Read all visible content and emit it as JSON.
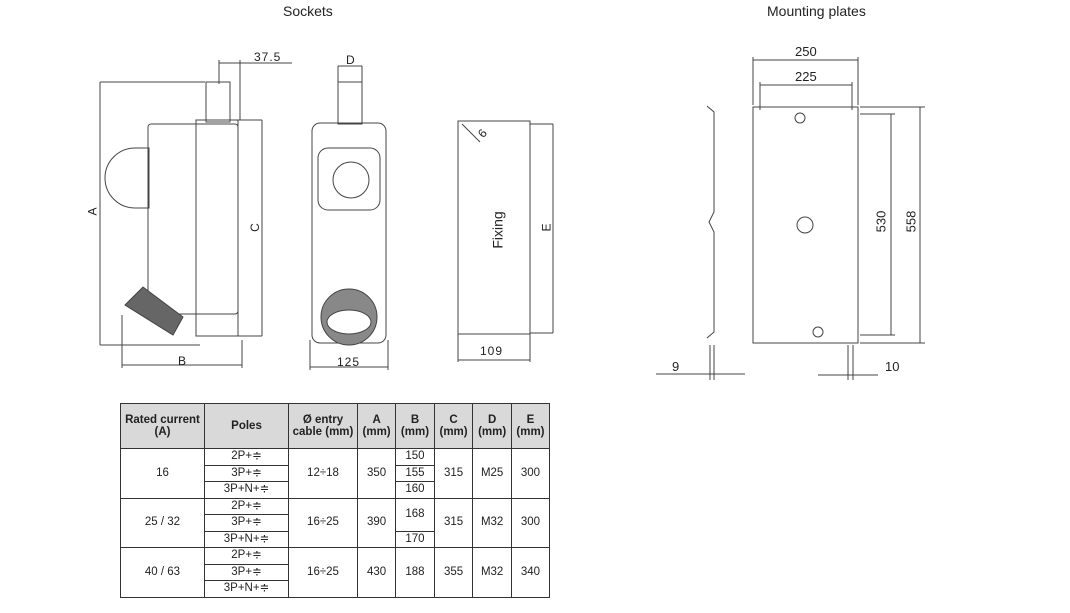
{
  "titles": {
    "sockets": "Sockets",
    "mounting": "Mounting plates"
  },
  "socket_dims": {
    "top_offset": "37.5",
    "a": "A",
    "b": "B",
    "c": "C",
    "d": "D",
    "e": "E",
    "width": "125",
    "fixing_label": "Fixing",
    "fixing_width": "109",
    "hole": "6"
  },
  "plate_dims": {
    "outer_width": "250",
    "inner_width": "225",
    "inner_height": "530",
    "outer_height": "558",
    "thickness": "9",
    "edge": "10"
  },
  "table": {
    "headers": [
      "Rated current (A)",
      "Poles",
      "Ø entry cable (mm)",
      "A (mm)",
      "B (mm)",
      "C (mm)",
      "D (mm)",
      "E (mm)"
    ],
    "groups": [
      {
        "current": "16",
        "poles": [
          "2P+≑",
          "3P+≑",
          "3P+N+≑"
        ],
        "cable": "12÷18",
        "a": "350",
        "b": [
          "150",
          "155",
          "160"
        ],
        "c": "315",
        "d": "M25",
        "e": "300"
      },
      {
        "current": "25 / 32",
        "poles": [
          "2P+≑",
          "3P+≑",
          "3P+N+≑"
        ],
        "cable": "16÷25",
        "a": "390",
        "b": [
          "168",
          "170"
        ],
        "c": "315",
        "d": "M32",
        "e": "300"
      },
      {
        "current": "40 / 63",
        "poles": [
          "2P+≑",
          "3P+≑",
          "3P+N+≑"
        ],
        "cable": "16÷25",
        "a": "430",
        "b": [
          "188"
        ],
        "c": "355",
        "d": "M32",
        "e": "340"
      }
    ]
  }
}
